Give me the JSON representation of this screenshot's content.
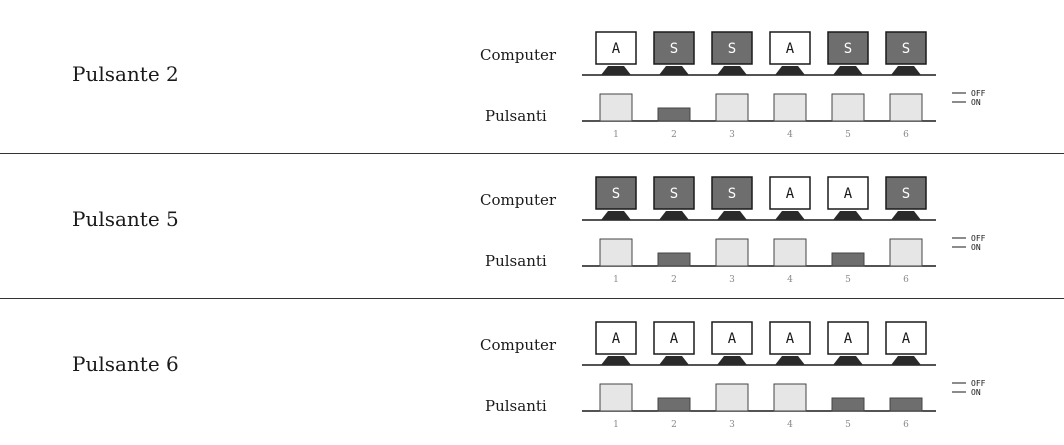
{
  "labels": {
    "computer": "Computer",
    "buttons": "Pulsanti",
    "off": "OFF",
    "on": "ON"
  },
  "colors": {
    "active": "#6e6e6e",
    "idle": "#ffffff",
    "button_off": "#e6e6e6",
    "button_on": "#6e6e6e",
    "base": "#2a2a2a"
  },
  "button_numbers": [
    "1",
    "2",
    "3",
    "4",
    "5",
    "6"
  ],
  "rows": [
    {
      "title": "Pulsante 2",
      "computers": [
        "A",
        "S",
        "S",
        "A",
        "S",
        "S"
      ],
      "buttons": [
        "OFF",
        "ON",
        "OFF",
        "OFF",
        "OFF",
        "OFF"
      ]
    },
    {
      "title": "Pulsante 5",
      "computers": [
        "S",
        "S",
        "S",
        "A",
        "A",
        "S"
      ],
      "buttons": [
        "OFF",
        "ON",
        "OFF",
        "OFF",
        "ON",
        "OFF"
      ]
    },
    {
      "title": "Pulsante 6",
      "computers": [
        "A",
        "A",
        "A",
        "A",
        "A",
        "A"
      ],
      "buttons": [
        "OFF",
        "ON",
        "OFF",
        "OFF",
        "ON",
        "ON"
      ]
    }
  ]
}
